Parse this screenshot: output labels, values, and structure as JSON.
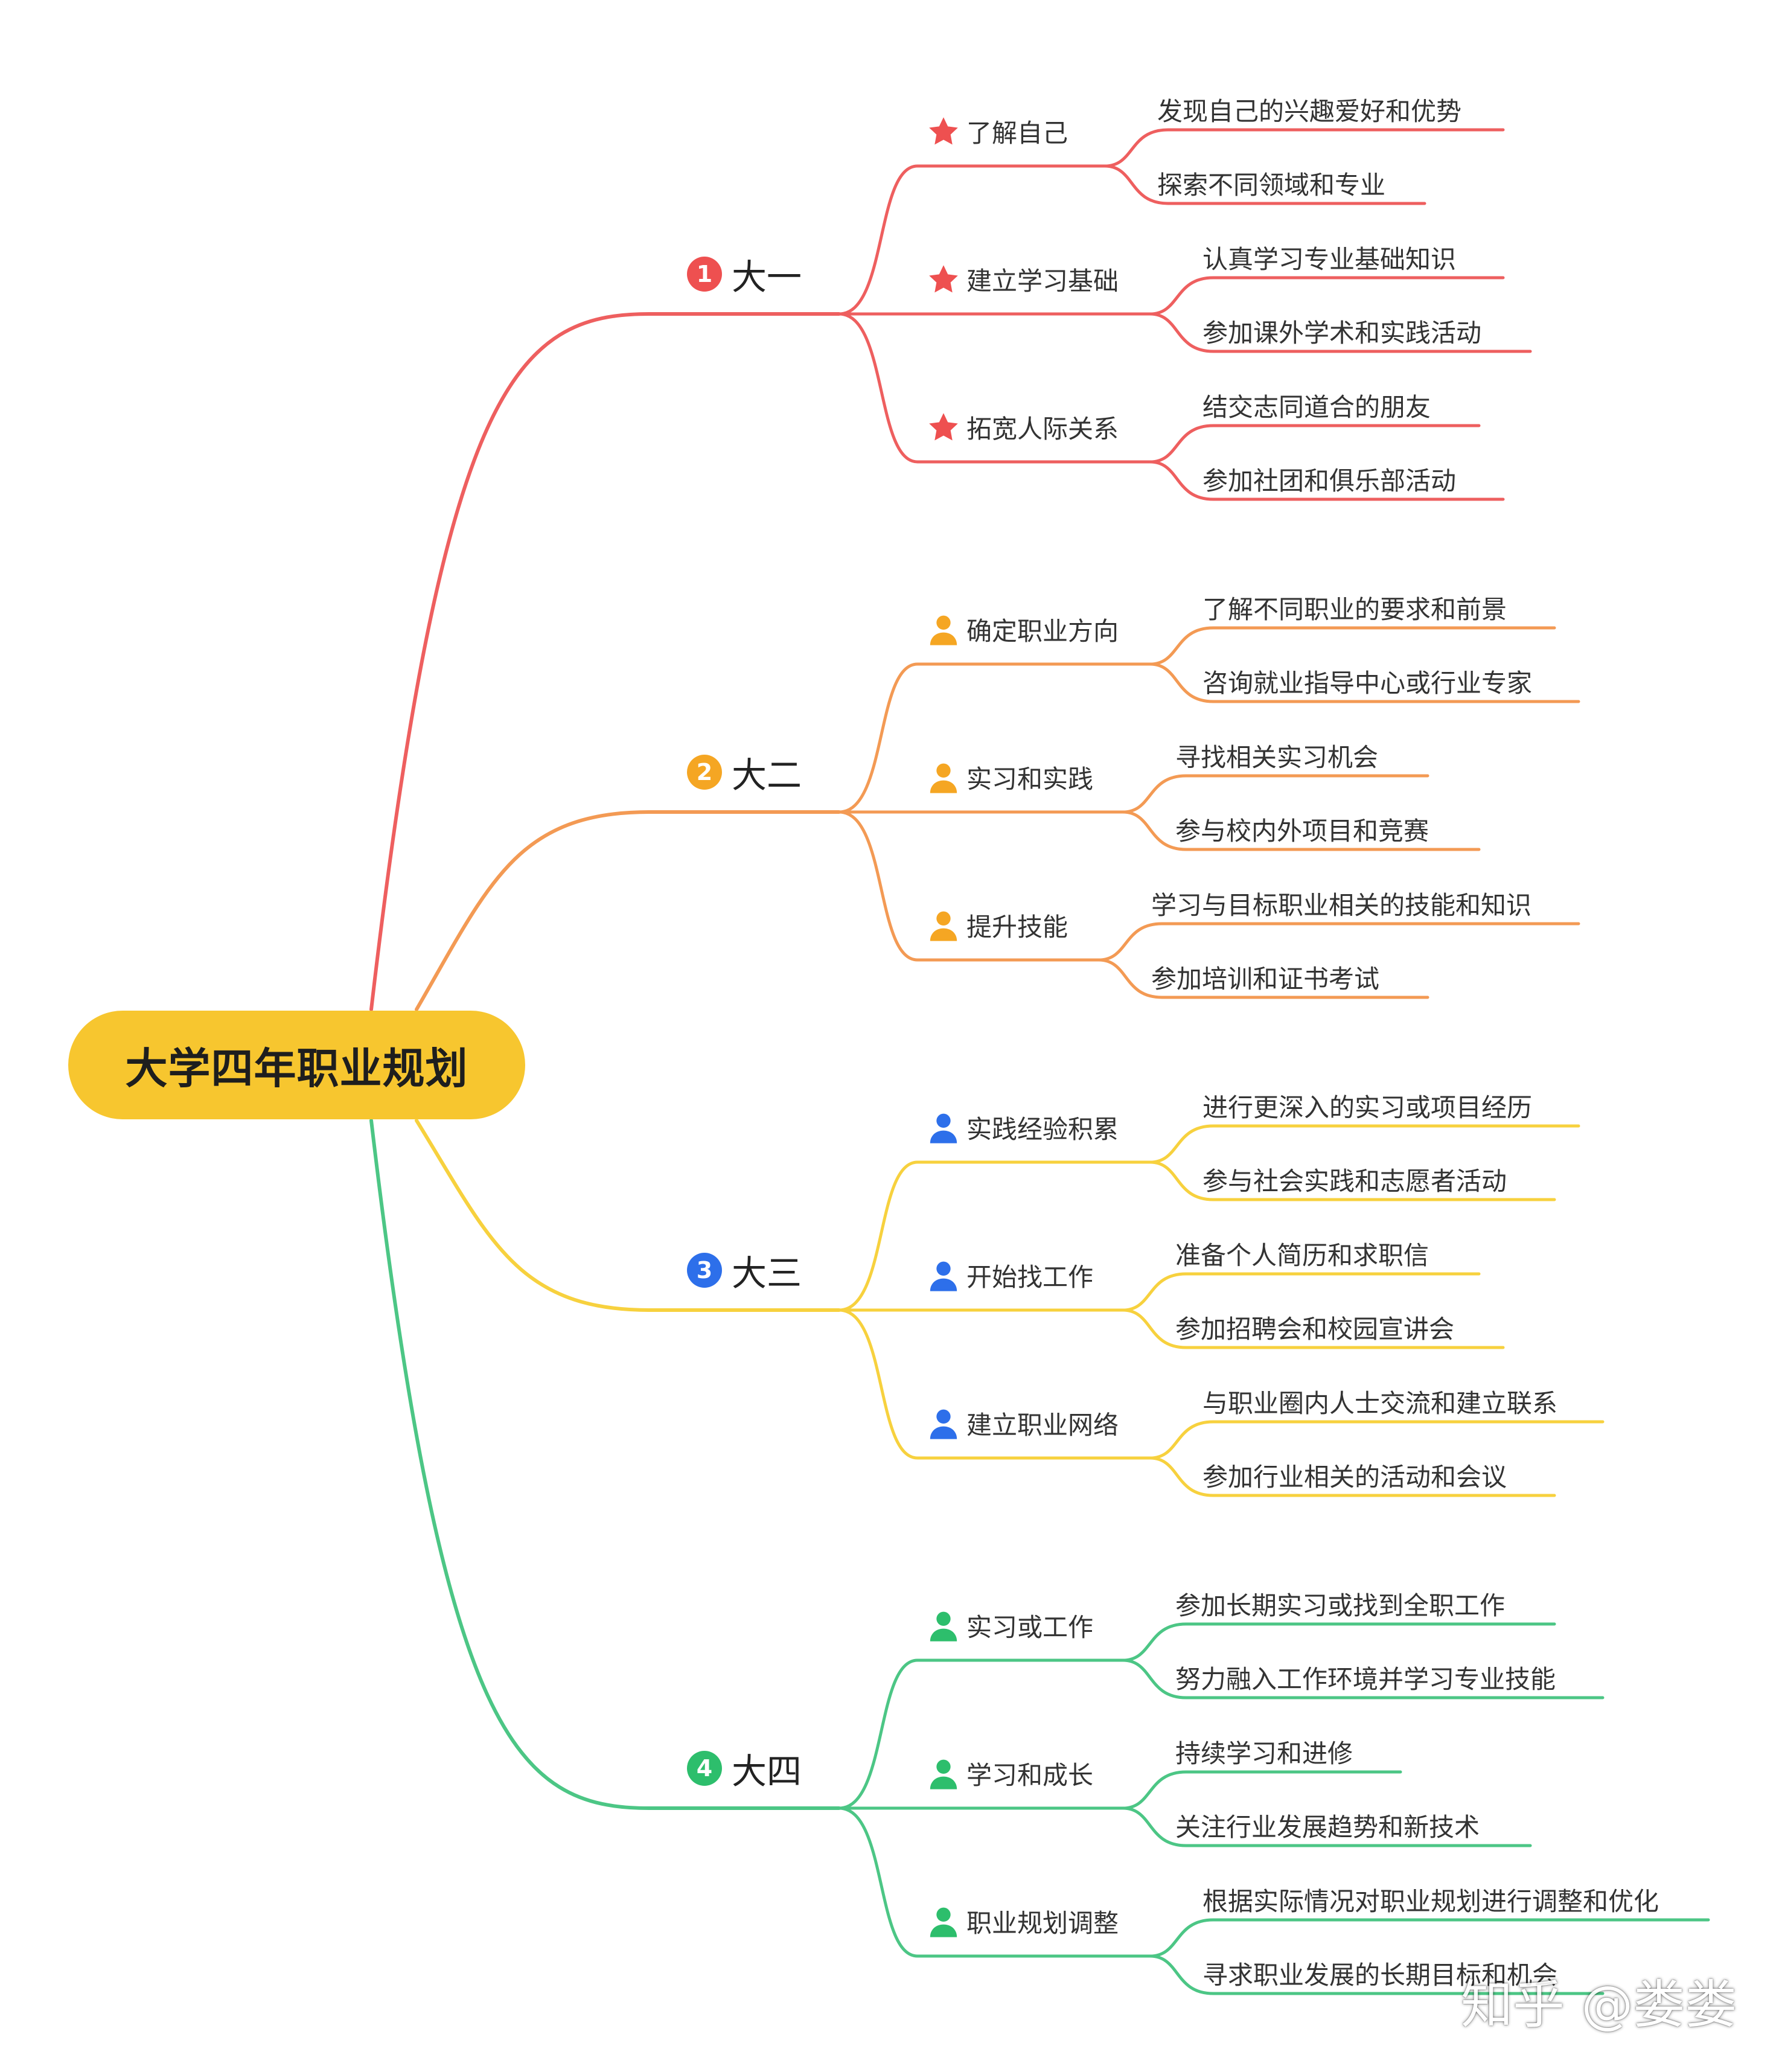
{
  "root": "大学四年职业规划",
  "branches": [
    {
      "badge": "1",
      "label": "大一",
      "color": "#EE5F5F",
      "icon": "star-icon",
      "children": [
        {
          "label": "了解自己",
          "leaves": [
            "发现自己的兴趣爱好和优势",
            "探索不同领域和专业"
          ]
        },
        {
          "label": "建立学习基础",
          "leaves": [
            "认真学习专业基础知识",
            "参加课外学术和实践活动"
          ]
        },
        {
          "label": "拓宽人际关系",
          "leaves": [
            "结交志同道合的朋友",
            "参加社团和俱乐部活动"
          ]
        }
      ]
    },
    {
      "badge": "2",
      "label": "大二",
      "color": "#F39A54",
      "icon": "person-icon",
      "children": [
        {
          "label": "确定职业方向",
          "leaves": [
            "了解不同职业的要求和前景",
            "咨询就业指导中心或行业专家"
          ]
        },
        {
          "label": "实习和实践",
          "leaves": [
            "寻找相关实习机会",
            "参与校内外项目和竞赛"
          ]
        },
        {
          "label": "提升技能",
          "leaves": [
            "学习与目标职业相关的技能和知识",
            "参加培训和证书考试"
          ]
        }
      ]
    },
    {
      "badge": "3",
      "label": "大三",
      "color": "#F7D13E",
      "icon": "person-icon",
      "children": [
        {
          "label": "实践经验积累",
          "leaves": [
            "进行更深入的实习或项目经历",
            "参与社会实践和志愿者活动"
          ]
        },
        {
          "label": "开始找工作",
          "leaves": [
            "准备个人简历和求职信",
            "参加招聘会和校园宣讲会"
          ]
        },
        {
          "label": "建立职业网络",
          "leaves": [
            "与职业圈内人士交流和建立联系",
            "参加行业相关的活动和会议"
          ]
        }
      ]
    },
    {
      "badge": "4",
      "label": "大四",
      "color": "#4CC685",
      "icon": "person-icon",
      "children": [
        {
          "label": "实习或工作",
          "leaves": [
            "参加长期实习或找到全职工作",
            "努力融入工作环境并学习专业技能"
          ]
        },
        {
          "label": "学习和成长",
          "leaves": [
            "持续学习和进修",
            "关注行业发展趋势和新技术"
          ]
        },
        {
          "label": "职业规划调整",
          "leaves": [
            "根据实际情况对职业规划进行调整和优化",
            "寻求职业发展的长期目标和机会"
          ]
        }
      ]
    }
  ],
  "colors": {
    "root": "#F7C62F",
    "badges": [
      "#EE5050",
      "#F5A623",
      "#2D6FEA",
      "#2DBE6C"
    ],
    "l2_icons": [
      "#EE5050",
      "#F5A623",
      "#2D6FEA",
      "#2DBE6C"
    ]
  },
  "watermark": "知乎 @娄娄"
}
